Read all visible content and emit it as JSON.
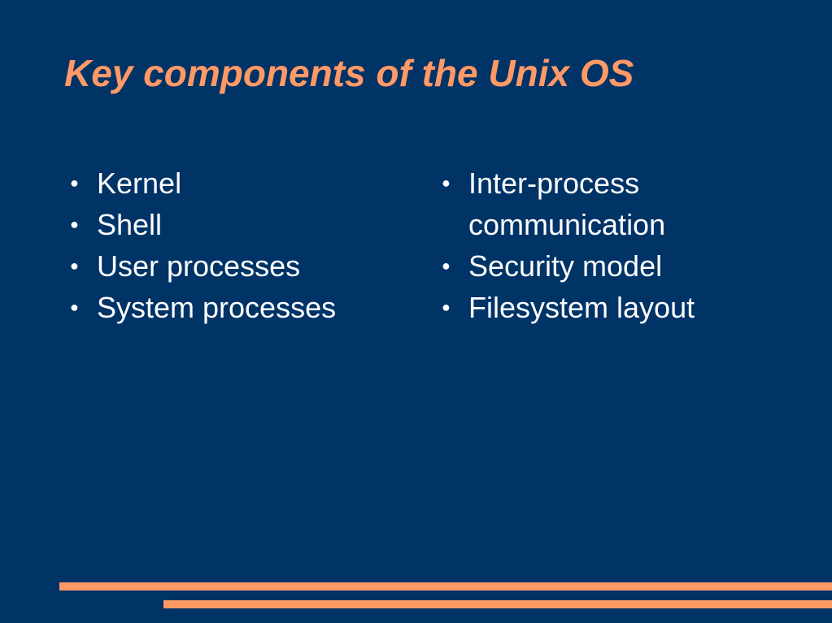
{
  "slide": {
    "title": "Key components of the Unix OS",
    "bullet_char": "●",
    "colors": {
      "background": "#003366",
      "accent": "#ff9966",
      "text": "#ffffff"
    },
    "left_column": [
      "Kernel",
      "Shell",
      "User processes",
      "System processes"
    ],
    "right_column": [
      "Inter-process communication",
      "Security model",
      "Filesystem layout"
    ]
  }
}
